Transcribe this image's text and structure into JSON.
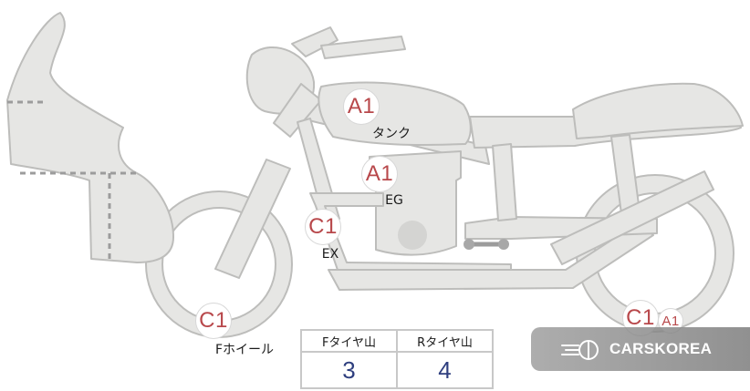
{
  "markers": [
    {
      "code": "A1",
      "label": "タンク"
    },
    {
      "code": "A1",
      "label": "EG"
    },
    {
      "code": "C1",
      "label": "EX"
    },
    {
      "code": "C1",
      "label": "Fホイール"
    },
    {
      "code": "C1",
      "label": ""
    },
    {
      "code": "A1",
      "label": ""
    }
  ],
  "tread_table": {
    "headers": [
      "Fタイヤ山",
      "Rタイヤ山"
    ],
    "values": [
      "3",
      "4"
    ]
  },
  "watermark": {
    "text": "CARSKOREA",
    "icon": "carskorea-logo-icon"
  },
  "colors": {
    "body_fill": "#e6e6e4",
    "body_stroke": "#b9b9b9",
    "marker_text": "#b8484b",
    "value_text": "#2f3f7f"
  }
}
